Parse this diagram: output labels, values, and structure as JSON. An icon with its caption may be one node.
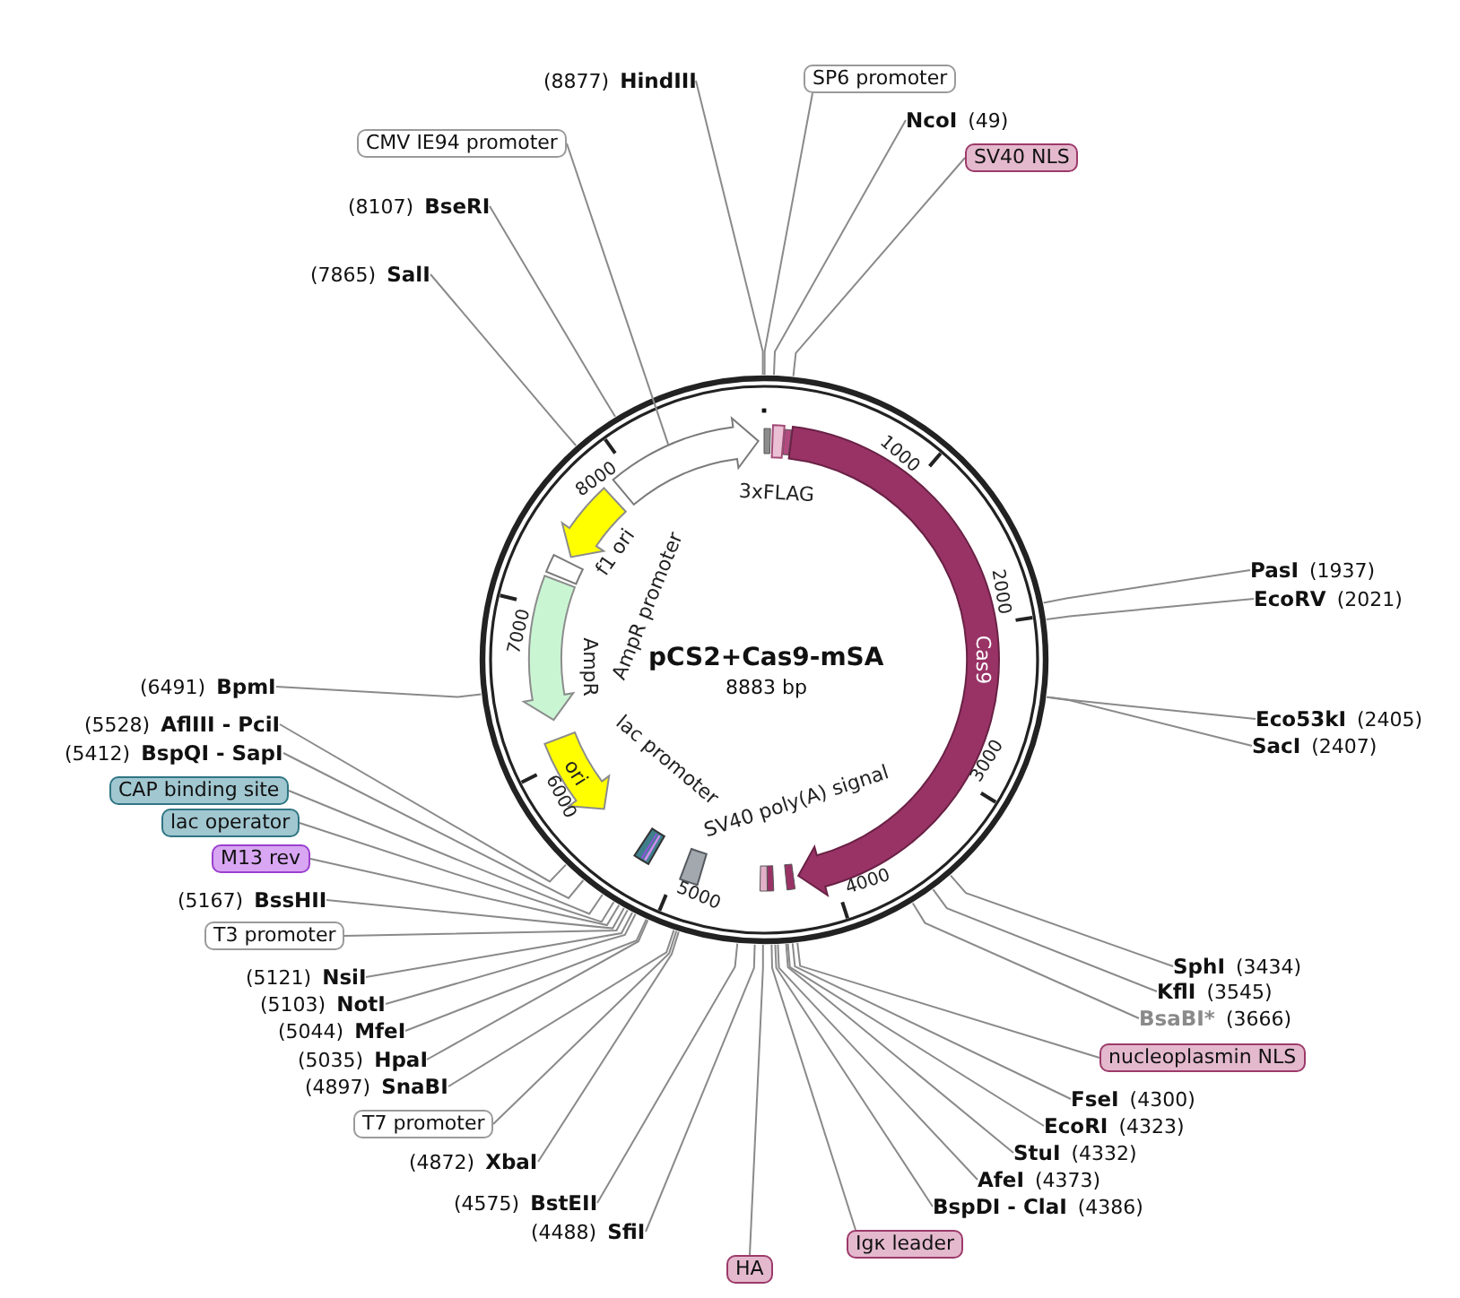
{
  "diagram": {
    "title": "pCS2+Cas9-mSA",
    "nodes": [
      {
        "text": [
          "(8877)",
          "HindIII"
        ]
      },
      {
        "text": [
          "SP6 promoter"
        ]
      },
      {
        "text": [
          "CMV IE94 promoter"
        ]
      },
      {
        "text": [
          "NcoI",
          "(49)"
        ]
      },
      {
        "text": [
          "SV40 NLS"
        ]
      },
      {
        "text": [
          "(8107)",
          "BseRI"
        ]
      },
      {
        "text": [
          "(7865)",
          "SalI"
        ]
      },
      {
        "text": [],
        "shape": "arrow"
      },
      {
        "text": [
          "3xFLAG"
        ]
      },
      {
        "text": [
          "Cas9"
        ]
      },
      {
        "text": [
          "f1 ori"
        ]
      },
      {
        "text": [
          "AmpR promoter"
        ]
      },
      {
        "text": [
          "AmpR"
        ]
      },
      {
        "text": [
          "ori"
        ]
      },
      {
        "text": [
          "lac promoter"
        ]
      },
      {
        "text": [
          "SV40 poly(A) signal"
        ]
      },
      {
        "text": [
          "PasI",
          "(1937)"
        ]
      },
      {
        "text": [
          "EcoRV",
          "(2021)"
        ]
      },
      {
        "text": [
          "Eco53kI",
          "(2405)"
        ]
      },
      {
        "text": [
          "SacI",
          "(2407)"
        ]
      },
      {
        "text": [
          "SphI",
          "(3434)"
        ]
      },
      {
        "text": [
          "KflI",
          "(3545)"
        ]
      },
      {
        "text": [
          "BsaBI*",
          "(3666)"
        ]
      },
      {
        "text": [
          "nucleoplasmin NLS"
        ]
      },
      {
        "text": [
          "FseI",
          "(4300)"
        ]
      },
      {
        "text": [
          "EcoRI",
          "(4323)"
        ]
      },
      {
        "text": [
          "StuI",
          "(4332)"
        ]
      },
      {
        "text": [
          "AfeI",
          "(4373)"
        ]
      },
      {
        "text": [
          "BspDI - ClaI",
          "(4386)"
        ]
      },
      {
        "text": [
          "Igκ leader"
        ]
      },
      {
        "text": [
          "HA"
        ]
      },
      {
        "text": [
          "(6491)",
          "BpmI"
        ]
      },
      {
        "text": [
          "(5528)",
          "AflIII - PciI"
        ]
      },
      {
        "text": [
          "(5412)",
          "BspQI - SapI"
        ]
      },
      {
        "text": [
          "CAP binding site"
        ]
      },
      {
        "text": [
          "lac operator"
        ]
      },
      {
        "text": [
          "M13 rev"
        ]
      },
      {
        "text": [
          "(5167)",
          "BssHII"
        ]
      },
      {
        "text": [
          "T3 promoter"
        ]
      },
      {
        "text": [
          "(5121)",
          "NsiI"
        ]
      },
      {
        "text": [
          "(5103)",
          "NotI"
        ]
      },
      {
        "text": [
          "(5044)",
          "MfeI"
        ]
      },
      {
        "text": [
          "(5035)",
          "HpaI"
        ]
      },
      {
        "text": [
          "(4897)",
          "SnaBI"
        ]
      },
      {
        "text": [
          "T7 promoter"
        ]
      },
      {
        "text": [
          "(4872)",
          "XbaI"
        ]
      },
      {
        "text": [
          "(4575)",
          "BstEII"
        ]
      },
      {
        "text": [
          "(4488)",
          "SfiI"
        ]
      }
    ],
    "edges": [
      {
        "from": 0,
        "to": null,
        "arrow": "none"
      },
      {
        "from": 1,
        "to": null,
        "arrow": "none"
      },
      {
        "from": 2,
        "to": 7,
        "arrow": "none"
      },
      {
        "from": 3,
        "to": null,
        "arrow": "none"
      },
      {
        "from": 4,
        "to": null,
        "arrow": "none"
      },
      {
        "from": 5,
        "to": null,
        "arrow": "none"
      },
      {
        "from": 6,
        "to": null,
        "arrow": "none"
      },
      {
        "from": 16,
        "to": null,
        "arrow": "none"
      },
      {
        "from": 17,
        "to": null,
        "arrow": "none"
      },
      {
        "from": 18,
        "to": null,
        "arrow": "none"
      },
      {
        "from": 19,
        "to": null,
        "arrow": "none"
      },
      {
        "from": 20,
        "to": null,
        "arrow": "none"
      },
      {
        "from": 21,
        "to": null,
        "arrow": "none"
      },
      {
        "from": 22,
        "to": null,
        "arrow": "none"
      },
      {
        "from": 23,
        "to": null,
        "arrow": "none"
      },
      {
        "from": 24,
        "to": null,
        "arrow": "none"
      },
      {
        "from": 25,
        "to": null,
        "arrow": "none"
      },
      {
        "from": 26,
        "to": null,
        "arrow": "none"
      },
      {
        "from": 27,
        "to": null,
        "arrow": "none"
      },
      {
        "from": 28,
        "to": null,
        "arrow": "none"
      },
      {
        "from": 29,
        "to": null,
        "arrow": "none"
      },
      {
        "from": 30,
        "to": null,
        "arrow": "none"
      },
      {
        "from": 31,
        "to": null,
        "arrow": "none"
      },
      {
        "from": 32,
        "to": null,
        "arrow": "none"
      },
      {
        "from": 33,
        "to": null,
        "arrow": "none"
      },
      {
        "from": 34,
        "to": null,
        "arrow": "none"
      },
      {
        "from": 35,
        "to": null,
        "arrow": "none"
      },
      {
        "from": 36,
        "to": null,
        "arrow": "none"
      },
      {
        "from": 37,
        "to": null,
        "arrow": "none"
      },
      {
        "from": 38,
        "to": null,
        "arrow": "none"
      },
      {
        "from": 39,
        "to": null,
        "arrow": "none"
      },
      {
        "from": 40,
        "to": null,
        "arrow": "none"
      },
      {
        "from": 41,
        "to": null,
        "arrow": "none"
      },
      {
        "from": 42,
        "to": null,
        "arrow": "none"
      },
      {
        "from": 43,
        "to": null,
        "arrow": "none"
      },
      {
        "from": 44,
        "to": null,
        "arrow": "none"
      },
      {
        "from": 45,
        "to": null,
        "arrow": "none"
      },
      {
        "from": 46,
        "to": null,
        "arrow": "none"
      },
      {
        "from": 47,
        "to": null,
        "arrow": "none"
      }
    ],
    "labels": [
      "8883 bp",
      "1000",
      "2000",
      "3000",
      "4000",
      "5000",
      "6000",
      "7000",
      "8000"
    ]
  }
}
